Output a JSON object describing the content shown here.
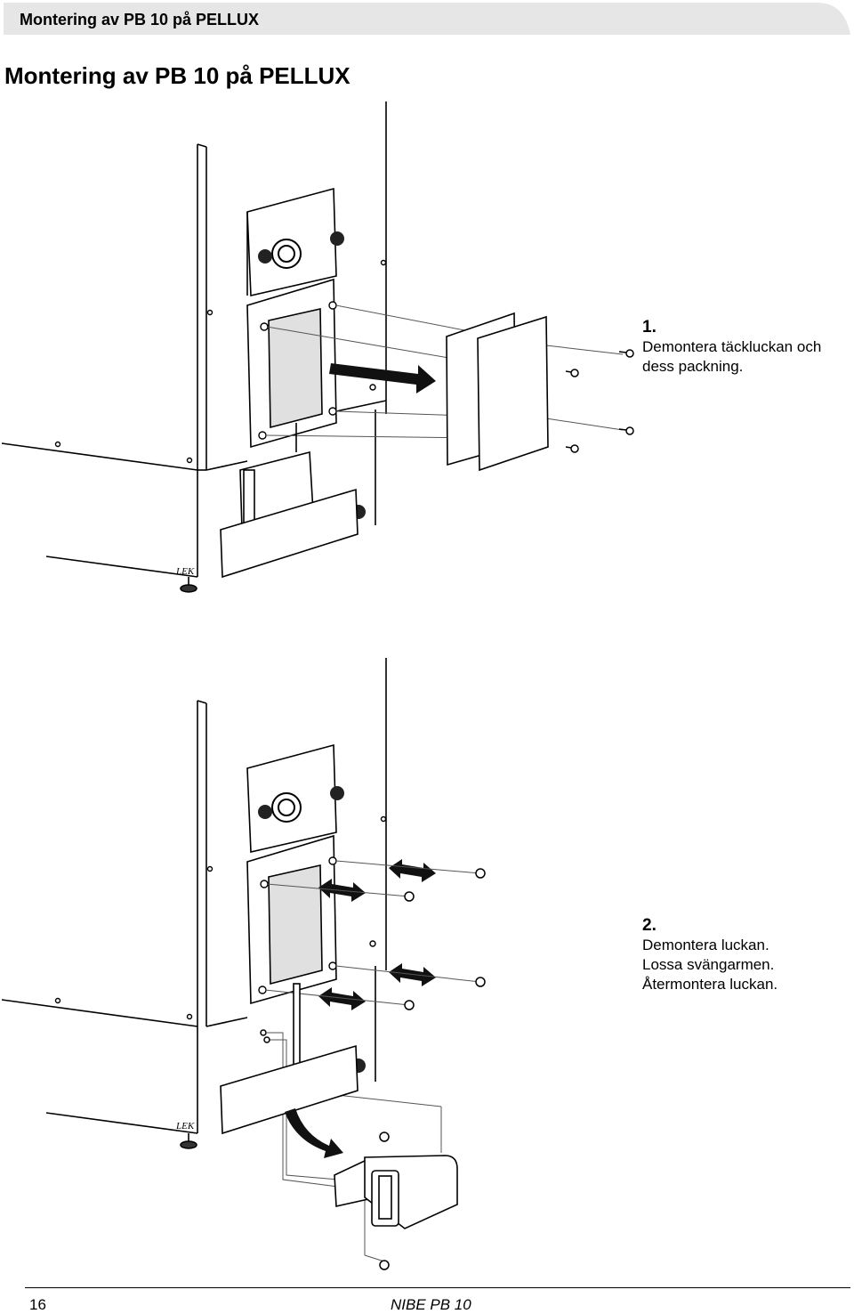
{
  "header": {
    "text": "Montering av PB 10 på PELLUX"
  },
  "title": "Montering av PB 10 på PELLUX",
  "figure1": {
    "brand_mark": "LEK",
    "step": {
      "number": "1.",
      "lines": [
        "Demontera täckluckan och",
        "dess packning."
      ]
    }
  },
  "figure2": {
    "brand_mark": "LEK",
    "step": {
      "number": "2.",
      "lines": [
        "Demontera luckan.",
        "Lossa svängarmen.",
        "Återmontera luckan."
      ]
    }
  },
  "footer": {
    "page_number": "16",
    "product": "NIBE PB 10"
  },
  "colors": {
    "header_bar": "#e6e6e6",
    "ink": "#000000",
    "panel_fill": "#ffffff",
    "window_fill": "#d9d9d9"
  }
}
